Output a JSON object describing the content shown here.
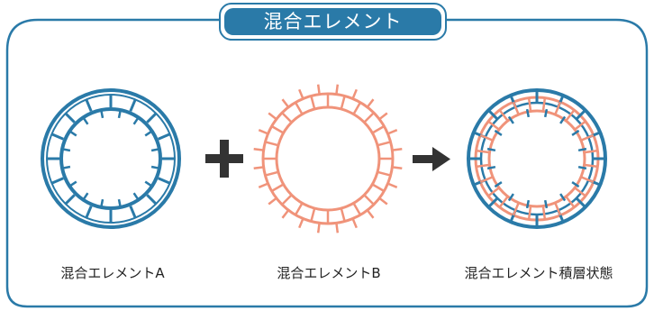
{
  "title": "混合エレメント",
  "captions": {
    "a": "混合エレメントA",
    "b": "混合エレメントB",
    "c": "混合エレメント積層状態"
  },
  "colors": {
    "blue": "#2a7aa8",
    "salmon": "#f0937a",
    "dark": "#333333"
  },
  "icons": {
    "plus": "plus-icon",
    "arrow": "arrow-right-icon"
  }
}
